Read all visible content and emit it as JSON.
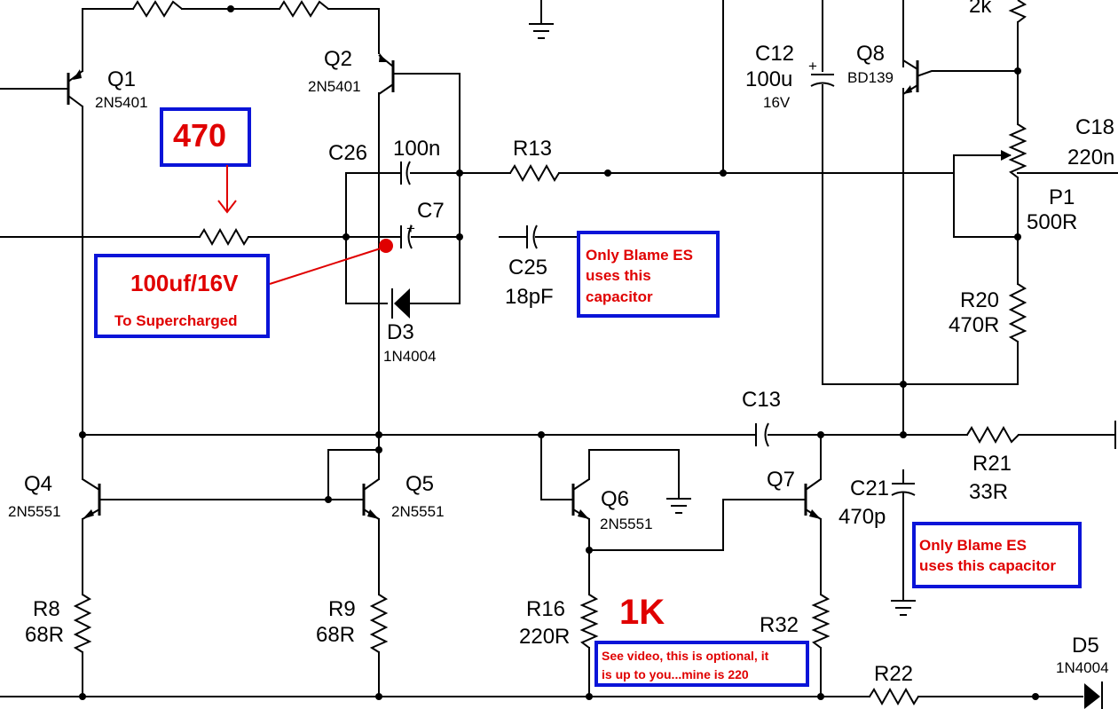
{
  "components": {
    "q1": {
      "name": "Q1",
      "part": "2N5401"
    },
    "q2": {
      "name": "Q2",
      "part": "2N5401"
    },
    "q4": {
      "name": "Q4",
      "part": "2N5551"
    },
    "q5": {
      "name": "Q5",
      "part": "2N5551"
    },
    "q6": {
      "name": "Q6",
      "part": "2N5551"
    },
    "q7": {
      "name": "Q7"
    },
    "q8": {
      "name": "Q8",
      "part": "BD139"
    },
    "c26": {
      "name": "C26",
      "value": "100n"
    },
    "c7": {
      "name": "C7",
      "polarity": "+"
    },
    "c25": {
      "name": "C25",
      "value": "18pF"
    },
    "c12": {
      "name": "C12",
      "value": "100u",
      "rating": "16V",
      "polarity": "+"
    },
    "c13": {
      "name": "C13"
    },
    "c21": {
      "name": "C21",
      "value": "470p"
    },
    "c18": {
      "name": "C18",
      "value": "220n"
    },
    "r13": {
      "name": "R13"
    },
    "r8": {
      "name": "R8",
      "value": "68R"
    },
    "r9": {
      "name": "R9",
      "value": "68R"
    },
    "r16": {
      "name": "R16",
      "value": "220R"
    },
    "r20": {
      "name": "R20",
      "value": "470R"
    },
    "r21": {
      "name": "R21",
      "value": "33R"
    },
    "r22": {
      "name": "R22"
    },
    "r32": {
      "name": "R32"
    },
    "r_top": {
      "value": "2k"
    },
    "p1": {
      "name": "P1",
      "value": "500R"
    },
    "d3": {
      "name": "D3",
      "part": "1N4004"
    },
    "d5": {
      "name": "D5",
      "part": "1N4004"
    }
  },
  "annotations": {
    "r470": {
      "text": "470"
    },
    "c7_note": {
      "line1": "100uf/16V",
      "line2": "To Supercharged"
    },
    "c25_note": {
      "lines": [
        "Only Blame ES",
        "uses this",
        "capacitor"
      ]
    },
    "c21_note": {
      "lines": [
        "Only Blame ES",
        "uses this capacitor"
      ]
    },
    "r16_value": {
      "text": "1K"
    },
    "r16_note": {
      "lines": [
        "See video, this is optional, it",
        "is up to you...mine is 220"
      ]
    }
  },
  "colors": {
    "annotation_text": "#e00000",
    "annotation_box": "#0a14d8",
    "wire": "#000000"
  }
}
